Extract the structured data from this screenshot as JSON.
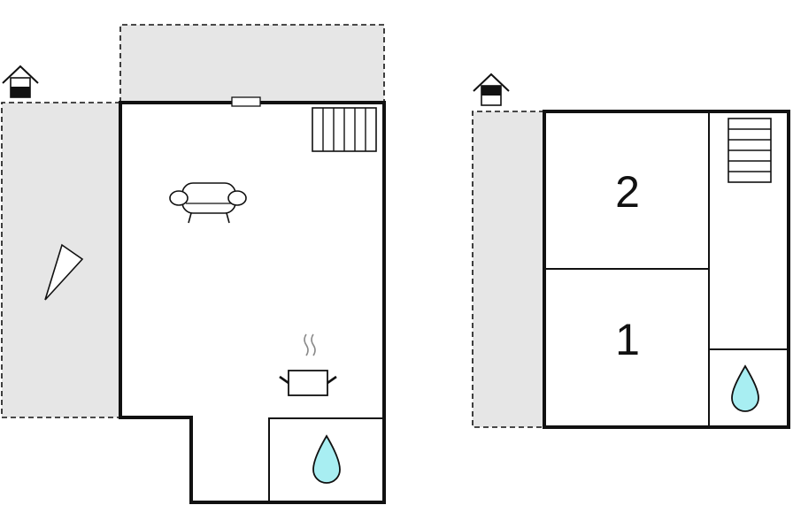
{
  "floors": [
    {
      "id": "ground-floor",
      "rooms": []
    },
    {
      "id": "upper-floor",
      "rooms": [
        {
          "label": "2"
        },
        {
          "label": "1"
        }
      ]
    }
  ],
  "icons": [
    "house-entrance-icon",
    "stairs-icon",
    "sofa-icon",
    "cooking-pot-icon",
    "water-drop-icon",
    "compass-north-icon"
  ],
  "colors": {
    "wall": "#111111",
    "outdoor_area": "#e6e6e6",
    "water": "#a8eef2"
  }
}
